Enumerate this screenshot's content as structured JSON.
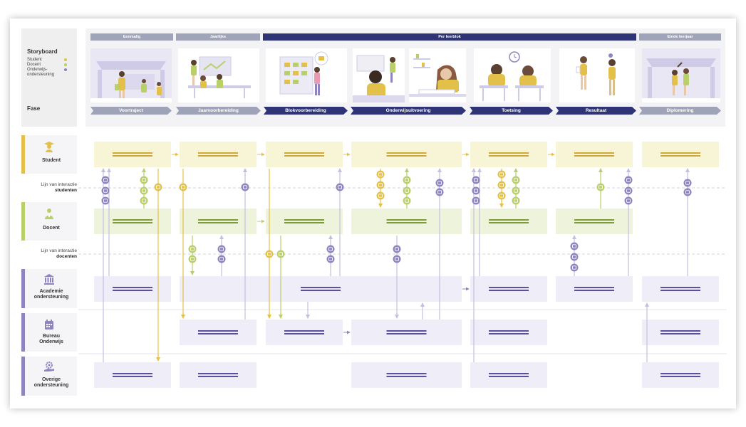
{
  "storyboard": {
    "title": "Storyboard",
    "legend": [
      {
        "label": "Student",
        "color": "#e3c04a"
      },
      {
        "label": "Docent",
        "color": "#b8cf6a"
      },
      {
        "label": "Onderwijs-",
        "color": "#8e84c0"
      },
      {
        "label": "ondersteuning",
        "color": ""
      }
    ],
    "fase_label": "Fase"
  },
  "timing": [
    "Eenmalig",
    "Jaarlijks",
    "Per leerblok",
    "Einde leerjaar"
  ],
  "phases": [
    "Voortraject",
    "Jaarvoorbereiding",
    "Blokvoorbereiding",
    "Onderwijsuitvoering",
    "Toetsing",
    "Resultaat",
    "Diplomering"
  ],
  "actors": {
    "student": {
      "label": "Student"
    },
    "docent": {
      "label": "Docent"
    },
    "academie_1": {
      "label": "Academie"
    },
    "academie_2": {
      "label": "ondersteuning"
    },
    "bureau_1": {
      "label": "Bureau"
    },
    "bureau_2": {
      "label": "Onderwijs"
    },
    "overige_1": {
      "label": "Overige"
    },
    "overige_2": {
      "label": "ondersteuning"
    }
  },
  "lines": {
    "studenten_1": "Lijn van interactie",
    "studenten_2": "studenten",
    "docenten_1": "Lijn van interactie",
    "docenten_2": "docenten"
  },
  "colors": {
    "student": "#e3c04a",
    "student_box": "#f8f5d6",
    "student_line": "#cfa935",
    "docent": "#b8cf6a",
    "docent_box": "#eef4dc",
    "docent_line": "#7d9b36",
    "support": "#8e84c0",
    "support_box": "#efedf7",
    "support_line": "#5b4fa0",
    "dark": "#2e3476",
    "grey": "#9ea3b8"
  },
  "icons": {
    "student": "graduate-icon",
    "docent": "teacher-icon",
    "academie": "institution-icon",
    "bureau": "calendar-icon",
    "overige": "gear-hand-icon"
  }
}
